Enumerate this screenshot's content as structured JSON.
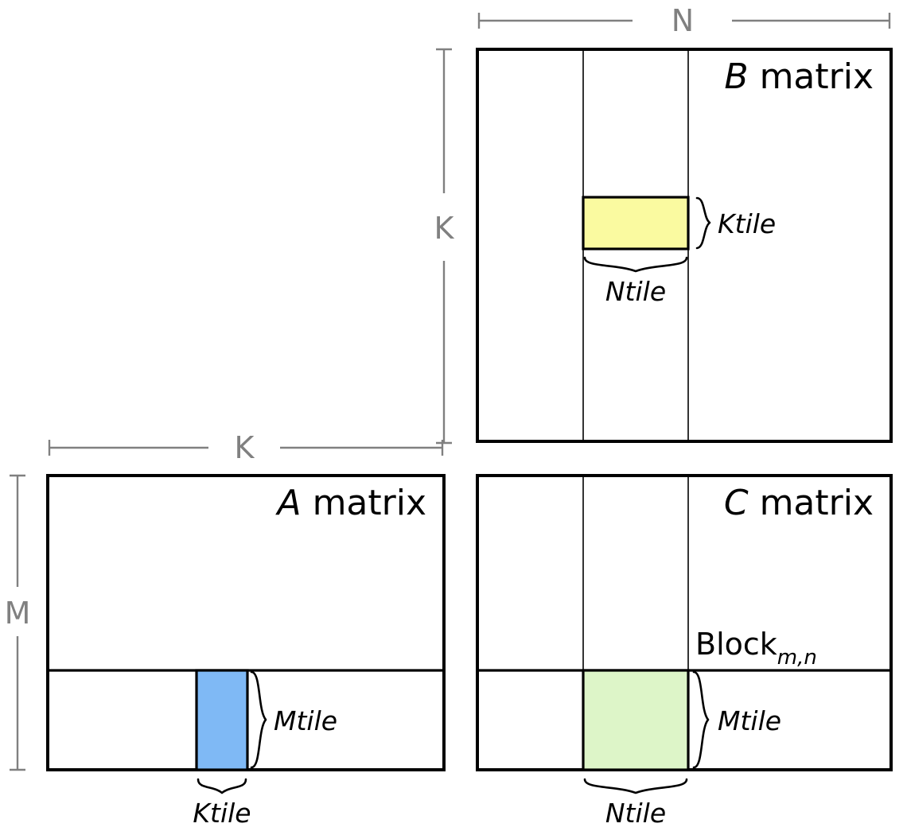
{
  "figure": {
    "kind": "matrix-multiplication-tiling-diagram",
    "description": "Blocked GEMM tiling: A matrix, B matrix and C matrix with Mtile, Ntile, Ktile annotations"
  },
  "dimensions": {
    "n_label": "N",
    "k_label_vertical": "K",
    "k_label_horizontal": "K",
    "m_label": "M"
  },
  "matrices": {
    "a": {
      "title_var": "A",
      "title_word": "matrix",
      "row_strip_label": "Mtile",
      "col_tile_label": "Ktile",
      "strip_color": "#e8f2fd",
      "tile_color": "#7fb9f5"
    },
    "b": {
      "title_var": "B",
      "title_word": "matrix",
      "col_strip_label": "Ntile",
      "row_tile_label": "Ktile",
      "strip_color": "#fffff0",
      "tile_color": "#fafaa0"
    },
    "c": {
      "title_var": "C",
      "title_word": "matrix",
      "block_label": "Block",
      "block_subscript": "m,n",
      "row_label": "Mtile",
      "col_label": "Ntile",
      "tile_color": "#ddf5c8"
    }
  },
  "colors": {
    "outline": "#000000",
    "dimension_gray": "#808080",
    "background": "#ffffff"
  }
}
